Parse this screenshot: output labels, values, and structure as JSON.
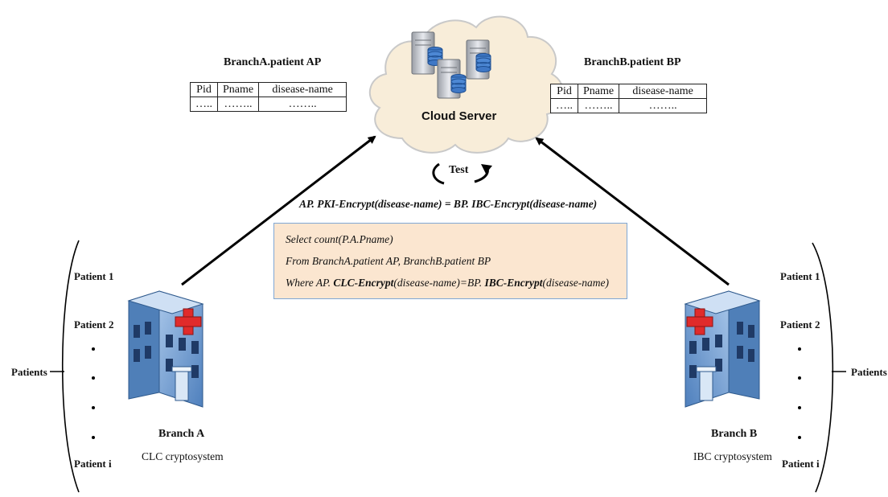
{
  "cloud": {
    "title": "Cloud Server",
    "icon": "cloud-server-icon"
  },
  "test_label": "Test",
  "table_a": {
    "title": "BranchA.patient AP",
    "headers": [
      "Pid",
      "Pname",
      "disease-name"
    ],
    "row": [
      "…..",
      "……..",
      "…….."
    ]
  },
  "table_b": {
    "title": "BranchB.patient BP",
    "headers": [
      "Pid",
      "Pname",
      "disease-name"
    ],
    "row": [
      "…..",
      "……..",
      "…….."
    ]
  },
  "formula": "AP. PKI-Encrypt(disease-name) = BP. IBC-Encrypt(disease-name)",
  "query": {
    "line1": "Select count(P.A.Pname)",
    "line2": "From BranchA.patient AP, BranchB.patient BP",
    "line3_prefix": "Where AP. ",
    "line3_fn1": "CLC-Encrypt",
    "line3_mid": "(disease-name)=BP. ",
    "line3_fn2": "IBC-Encrypt",
    "line3_suffix": "(disease-name)"
  },
  "branch_a": {
    "name": "Branch A",
    "system": "CLC cryptosystem",
    "patients_label": "Patients",
    "patient_first": "Patient 1",
    "patient_second": "Patient 2",
    "patient_last": "Patient i"
  },
  "branch_b": {
    "name": "Branch B",
    "system": "IBC cryptosystem",
    "patients_label": "Patients",
    "patient_first": "Patient 1",
    "patient_second": "Patient 2",
    "patient_last": "Patient i"
  },
  "colors": {
    "cloud_fill": "#f8edd9",
    "cloud_stroke": "#c9c9c9",
    "query_box_fill": "#fbe6d0",
    "query_box_border": "#7fa7d4",
    "building_blue": "#5e8fc9",
    "cross_red": "#e02b2b"
  }
}
